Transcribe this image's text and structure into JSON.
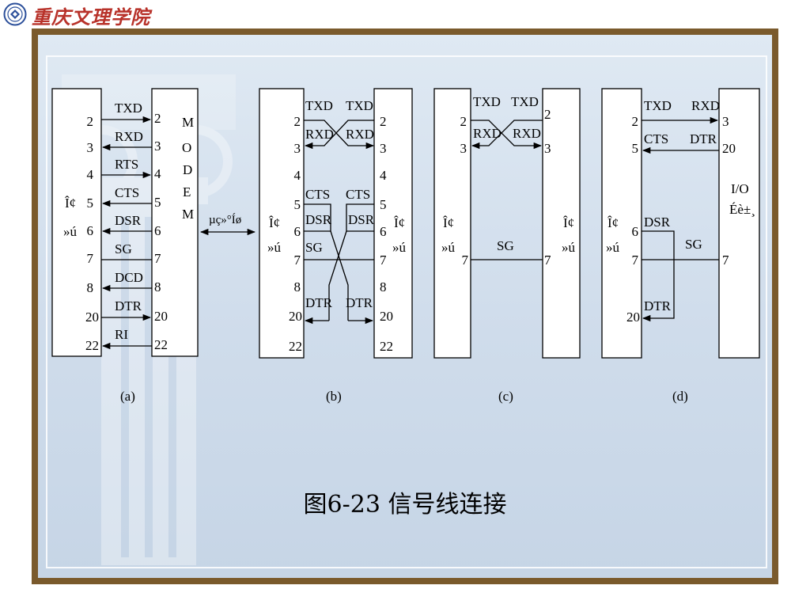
{
  "header": {
    "school_name": "重庆文理学院"
  },
  "figure": {
    "caption": "图6-23  信号线连接",
    "panels": {
      "a": {
        "label": "(a)",
        "left_device_label": [
          "Î¢",
          "»ú"
        ],
        "right_device_label": [
          "M",
          "O",
          "D",
          "E",
          "M"
        ],
        "pins": [
          "2",
          "3",
          "4",
          "5",
          "6",
          "7",
          "8",
          "20",
          "22"
        ],
        "signals": [
          "TXD",
          "RXD",
          "RTS",
          "CTS",
          "DSR",
          "SG",
          "DCD",
          "DTR",
          "RI"
        ],
        "link_label": "µç»°Íø"
      },
      "b": {
        "label": "(b)",
        "left_device_label": [
          "Î¢",
          "»ú"
        ],
        "right_device_label": [
          "Î¢",
          "»ú"
        ],
        "pins": [
          "2",
          "3",
          "4",
          "5",
          "6",
          "7",
          "8",
          "20",
          "22"
        ],
        "left_signals": [
          "TXD",
          "RXD",
          "CTS",
          "DSR",
          "SG",
          "DTR"
        ],
        "right_signals": [
          "TXD",
          "RXD",
          "CTS",
          "DSR",
          "DTR"
        ]
      },
      "c": {
        "label": "(c)",
        "left_device_label": [
          "Î¢",
          "»ú"
        ],
        "right_device_label": [
          "Î¢",
          "»ú"
        ],
        "pins": [
          "2",
          "3",
          "7"
        ],
        "signals": [
          "TXD",
          "RXD",
          "TXD",
          "RXD",
          "SG"
        ]
      },
      "d": {
        "label": "(d)",
        "left_device_label": [
          "Î¢",
          "»ú"
        ],
        "right_device_label": [
          "I/O",
          "Éè±¸"
        ],
        "left_pins": [
          "2",
          "5",
          "6",
          "7",
          "20"
        ],
        "right_pins": [
          "3",
          "20",
          "7"
        ],
        "signals": [
          "TXD",
          "RXD",
          "CTS",
          "DTR",
          "DSR",
          "SG",
          "DTR"
        ]
      }
    }
  }
}
